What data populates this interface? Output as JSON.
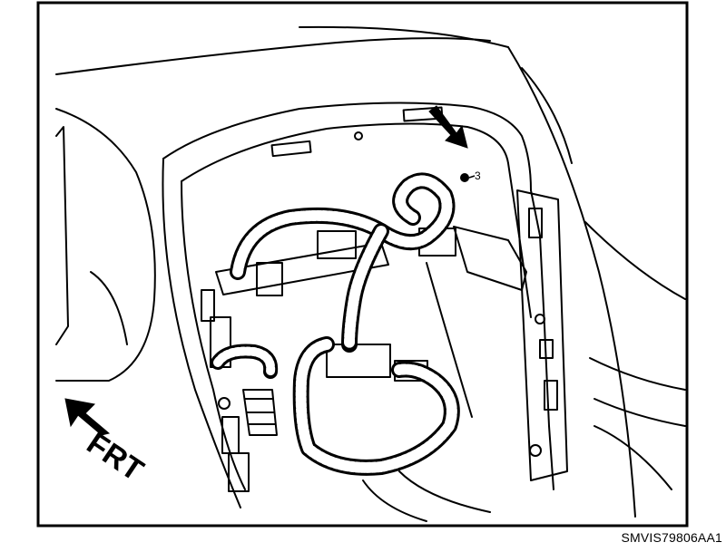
{
  "figure": {
    "code": "SMVIS79806AA1",
    "callout_number": "3",
    "direction_label": "FRT"
  },
  "colors": {
    "ink": "#000000",
    "paper": "#ffffff"
  }
}
